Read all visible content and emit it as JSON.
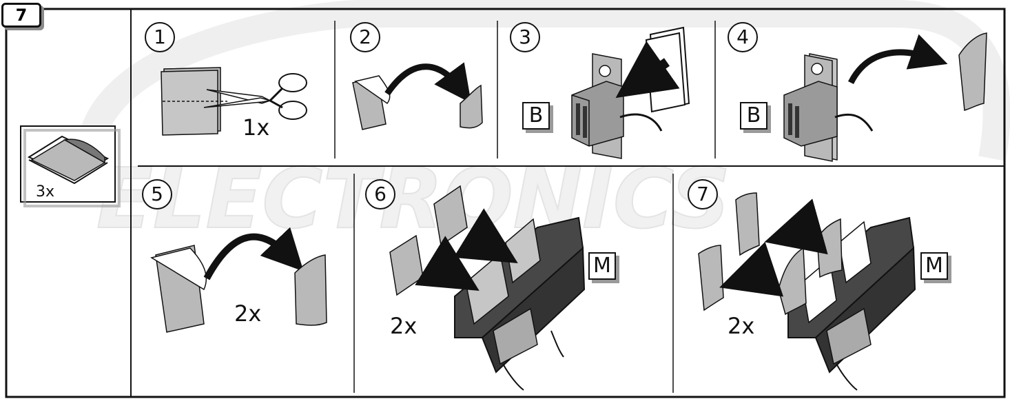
{
  "figure": {
    "number": "7"
  },
  "watermark": {
    "text": "ELECTRONICS"
  },
  "materials": {
    "quantity": "3x"
  },
  "steps": [
    {
      "number": "1",
      "quantity": "1x"
    },
    {
      "number": "2"
    },
    {
      "number": "3",
      "label": "B"
    },
    {
      "number": "4",
      "label": "B"
    },
    {
      "number": "5",
      "quantity": "2x"
    },
    {
      "number": "6",
      "quantity": "2x",
      "label": "M"
    },
    {
      "number": "7",
      "quantity": "2x",
      "label": "M"
    }
  ],
  "colors": {
    "outline": "#111111",
    "pad_fill": "#b9b9b9",
    "module_fill": "#474747",
    "watermark": "#ececec",
    "shadow": "#9a9a9a"
  }
}
